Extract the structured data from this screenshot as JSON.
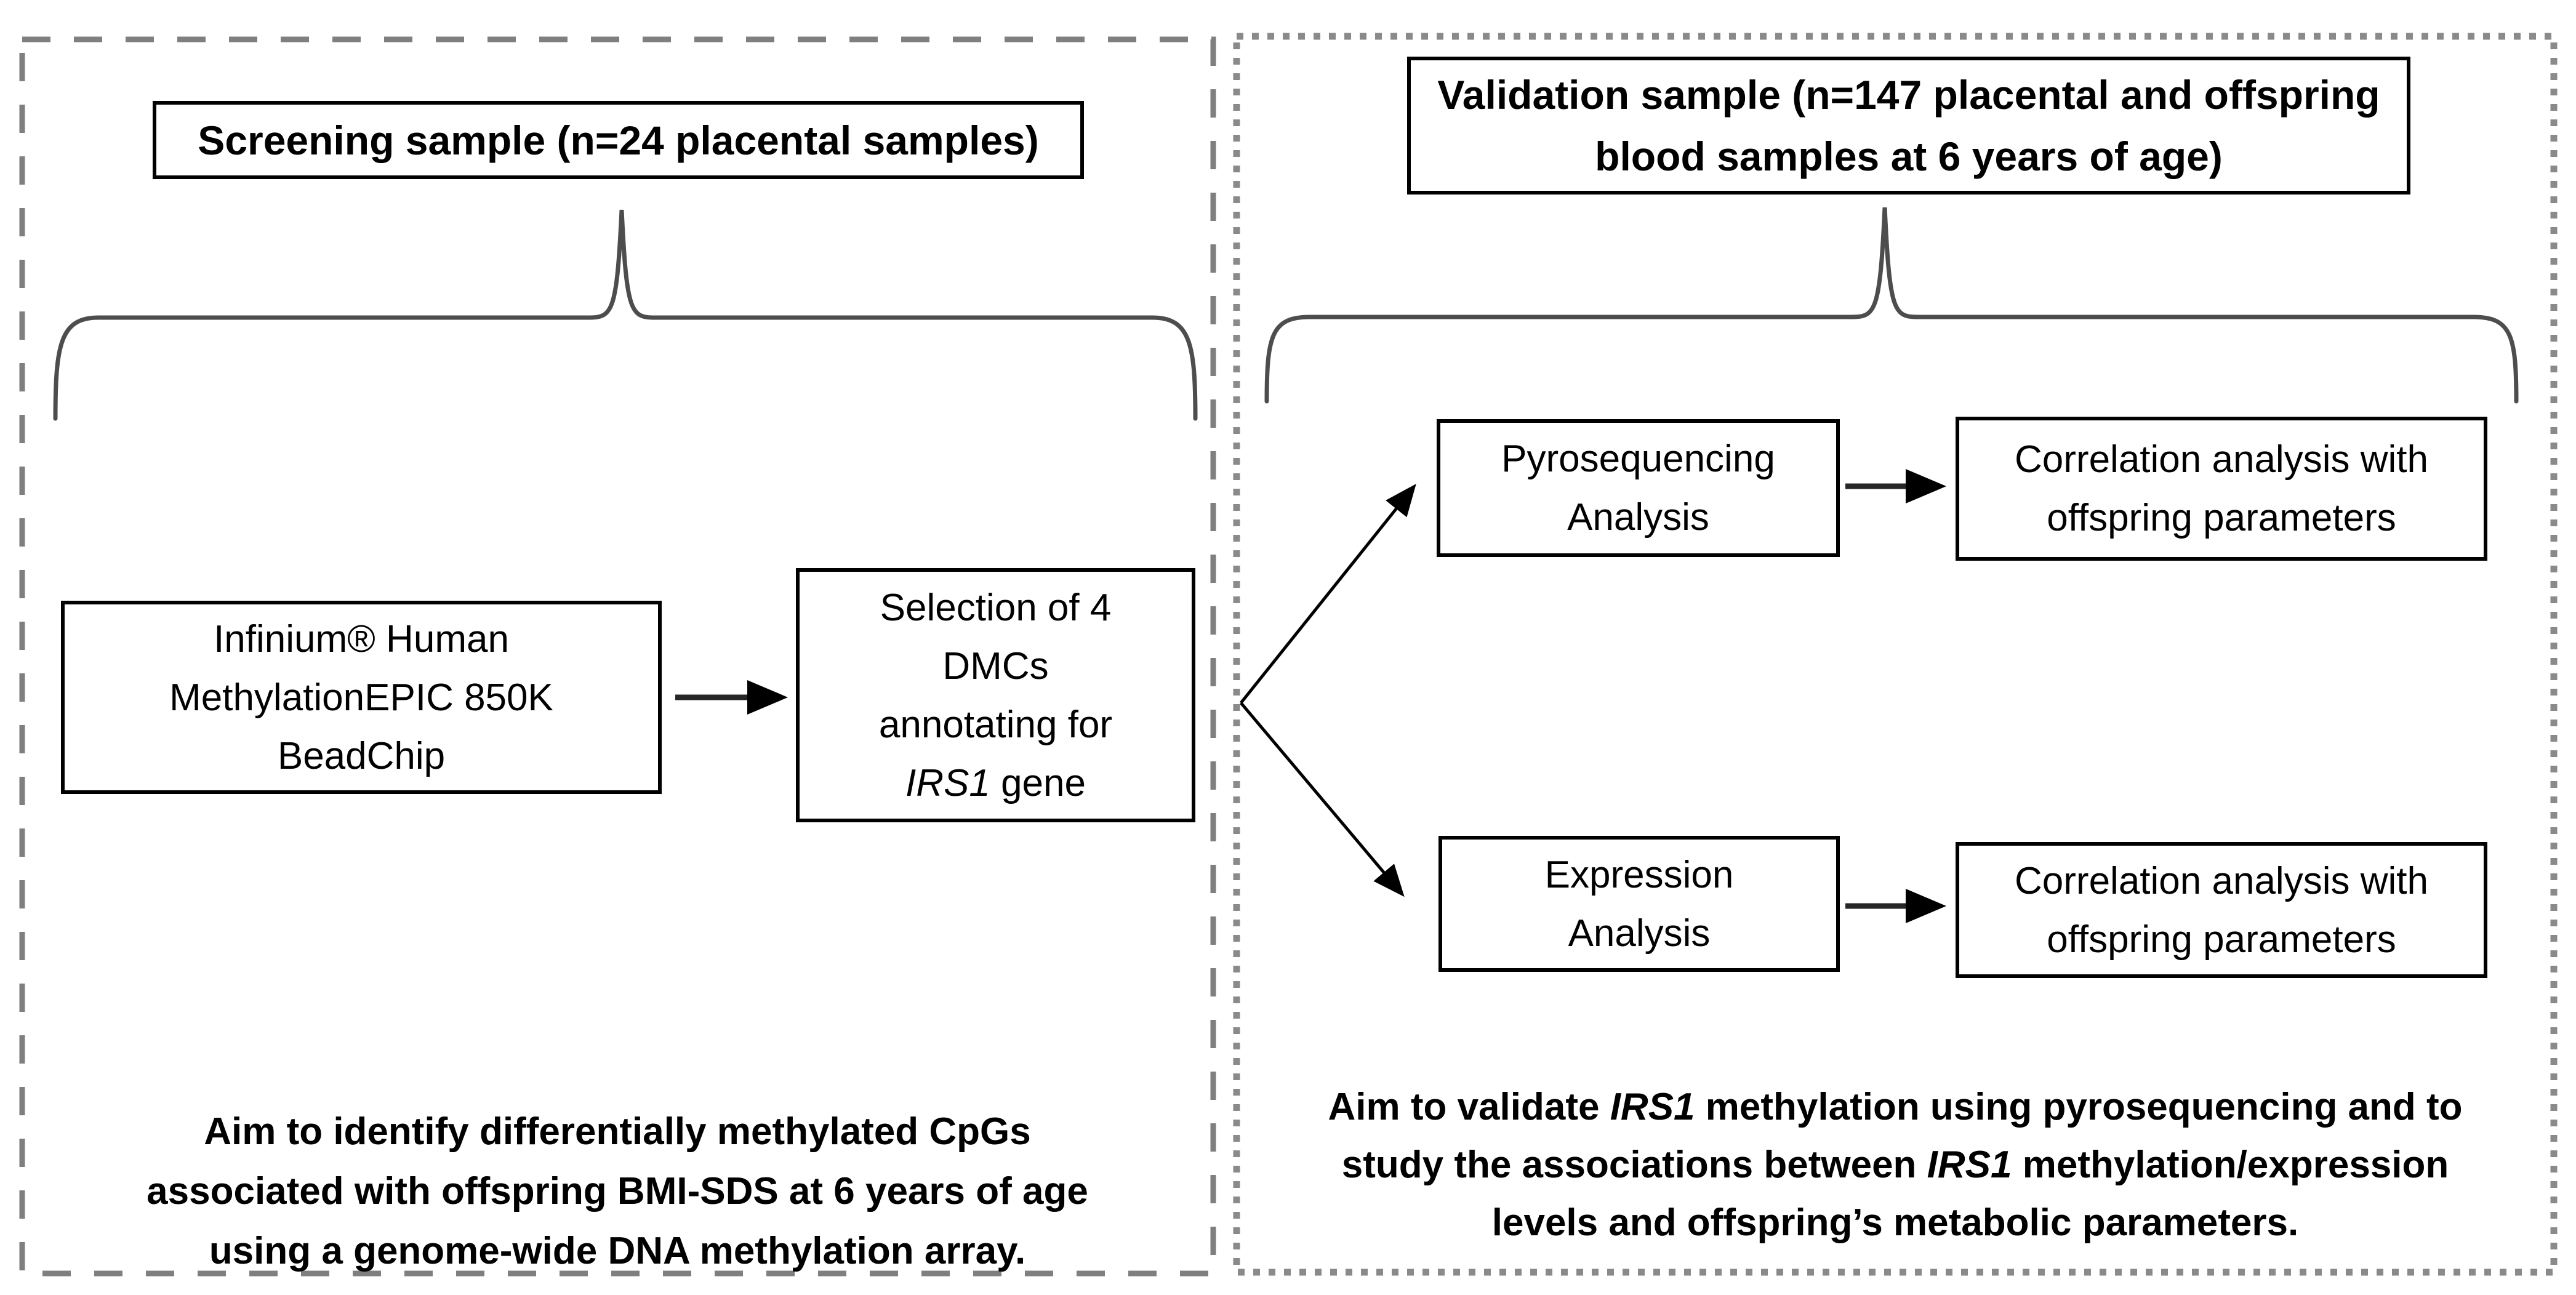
{
  "left_panel": {
    "title": "Screening sample (n=24 placental samples)",
    "box_infinium": {
      "line1": "Infinium® Human",
      "line2": "MethylationEPIC 850K",
      "line3": "BeadChip"
    },
    "box_selection": {
      "line1": "Selection of 4",
      "line2": "DMCs",
      "line3": "annotating for",
      "gene": "IRS1",
      "gene_rest": " gene"
    },
    "aim": {
      "line1": "Aim to identify differentially methylated CpGs",
      "line2": "associated with offspring BMI-SDS at 6 years of age",
      "line3": "using a genome-wide DNA methylation array."
    }
  },
  "right_panel": {
    "title_line1": "Validation sample (n=147 placental and offspring",
    "title_line2": "blood samples at 6 years of age)",
    "box_pyrosequencing": {
      "line1": "Pyrosequencing",
      "line2": "Analysis"
    },
    "box_correlation_top": {
      "line1": "Correlation analysis with",
      "line2": "offspring parameters"
    },
    "box_expression": {
      "line1": "Expression",
      "line2": "Analysis"
    },
    "box_correlation_bottom": {
      "line1": "Correlation analysis with",
      "line2": "offspring parameters"
    },
    "aim": {
      "line1_pre": "Aim to validate ",
      "line1_gene": "IRS1",
      "line1_post": " methylation using pyrosequencing and to",
      "line2_pre": "study the associations between ",
      "line2_gene": "IRS1",
      "line2_post": " methylation/expression",
      "line3": "levels and offspring’s metabolic parameters."
    }
  },
  "colors": {
    "left_panel_border": "#7f7f7f",
    "right_panel_border": "#8a8a8a",
    "box_border": "#000000",
    "brace": "#4d4d4d",
    "arrow": "#262626",
    "text": "#000000"
  }
}
